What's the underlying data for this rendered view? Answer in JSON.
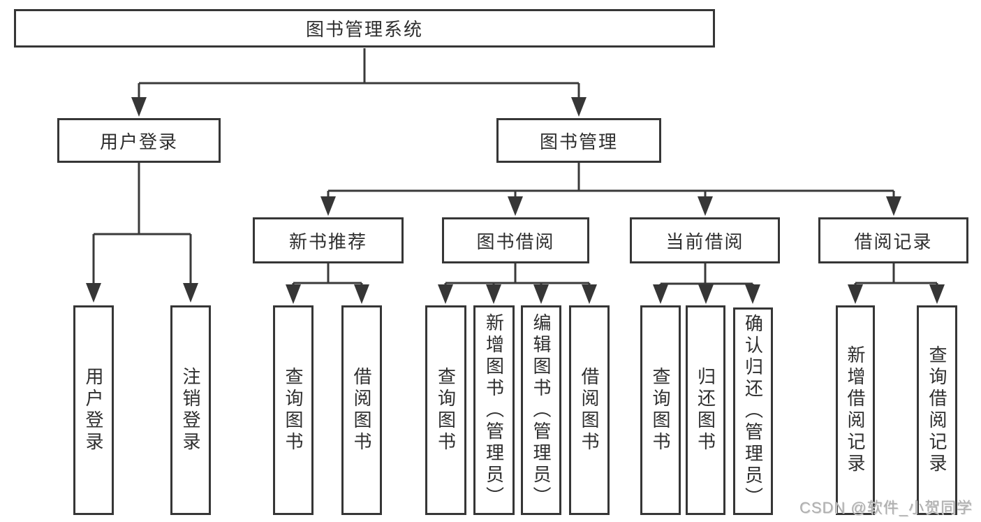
{
  "diagram_title": "图书管理系统",
  "colors": {
    "line": "#3a3a3a",
    "box_border": "#363636",
    "text": "#2e2e2e",
    "watermark": "#aeaeae"
  },
  "tree": {
    "label": "图书管理系统",
    "children": [
      {
        "label": "用户登录",
        "children": [
          {
            "label": "用户登录"
          },
          {
            "label": "注销登录"
          }
        ]
      },
      {
        "label": "图书管理",
        "children": [
          {
            "label": "新书推荐",
            "children": [
              {
                "label": "查询图书"
              },
              {
                "label": "借阅图书"
              }
            ]
          },
          {
            "label": "图书借阅",
            "children": [
              {
                "label": "查询图书"
              },
              {
                "label": "新增图书（管理员）"
              },
              {
                "label": "编辑图书（管理员）"
              },
              {
                "label": "借阅图书"
              }
            ]
          },
          {
            "label": "当前借阅",
            "children": [
              {
                "label": "查询图书"
              },
              {
                "label": "归还图书"
              },
              {
                "label": "确认归还（管理员）"
              }
            ]
          },
          {
            "label": "借阅记录",
            "children": [
              {
                "label": "新增借阅记录"
              },
              {
                "label": "查询借阅记录"
              }
            ]
          }
        ]
      }
    ]
  },
  "watermark": {
    "text": "CSDN @软件_小贺同学"
  }
}
